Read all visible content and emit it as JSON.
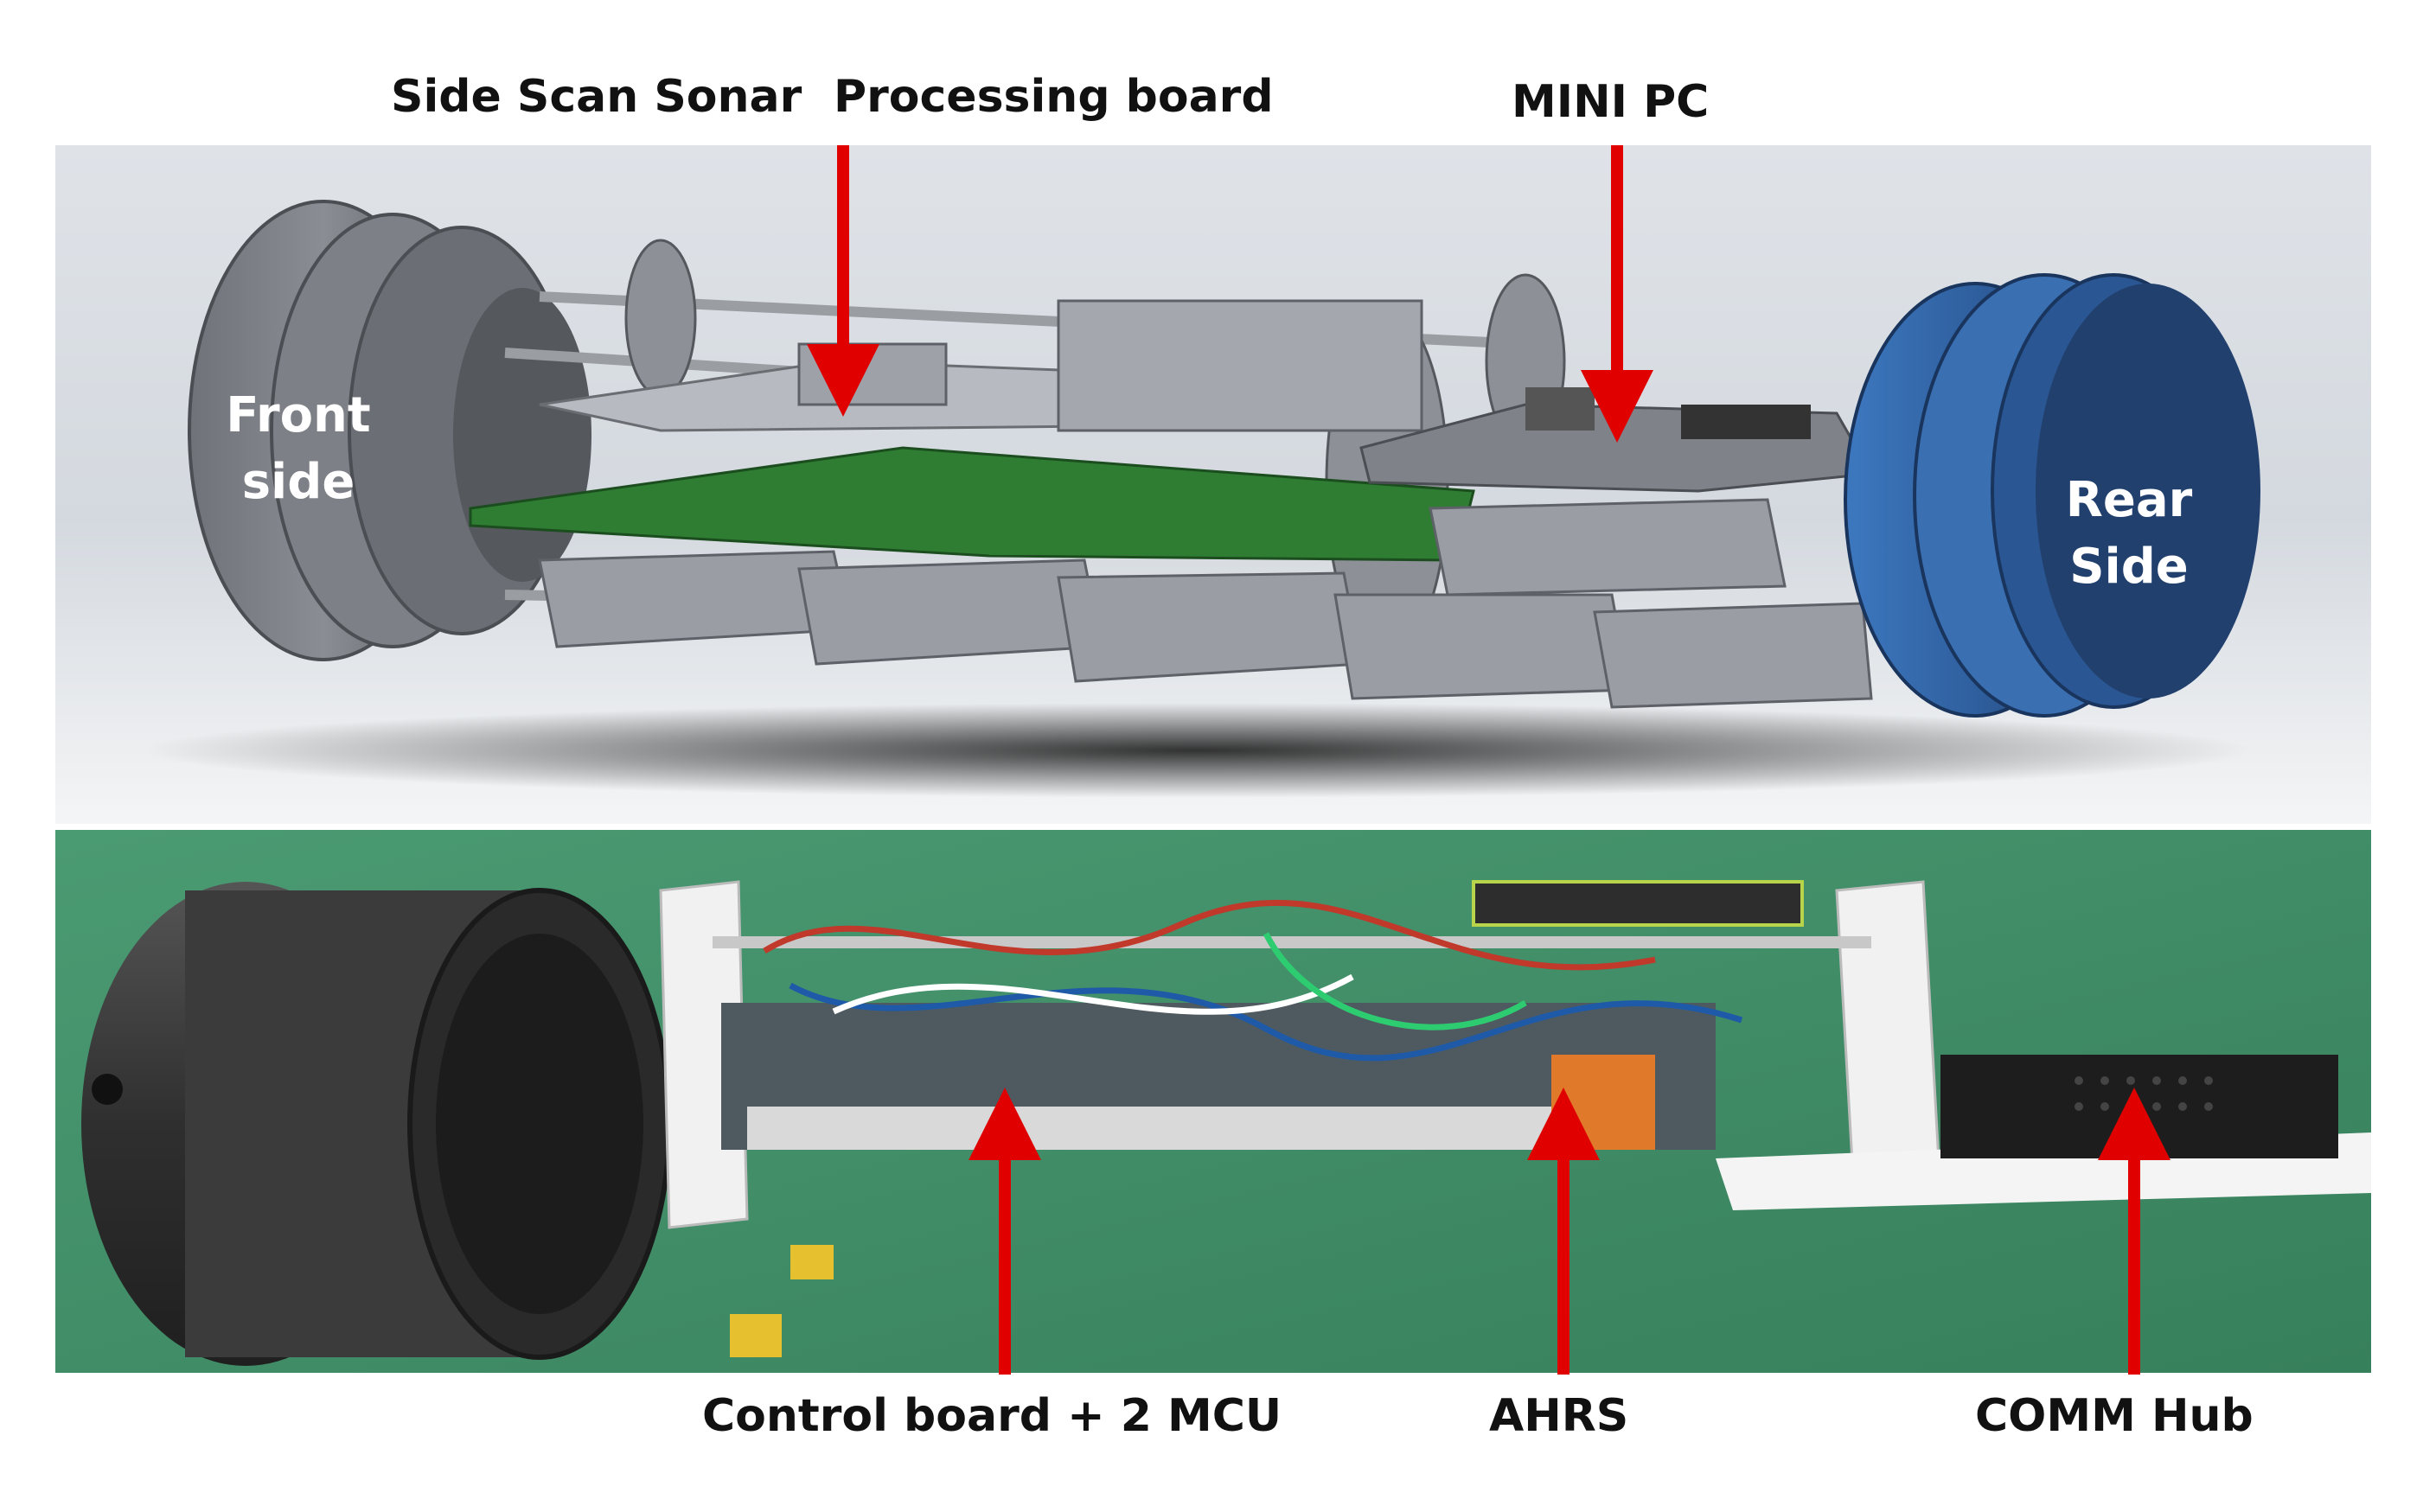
{
  "labels": {
    "side_scan_sonar": "Side Scan Sonar",
    "processing_board": "Processing board",
    "mini_pc": "MINI PC",
    "front_side": "Front\nside",
    "rear_side": "Rear\nSide",
    "control_board": "Control board + 2 MCU",
    "ahrs": "AHRS",
    "comm_hub": "COMM Hub"
  },
  "colors": {
    "arrow": "#e00000",
    "cad_background": "#cfd5dc",
    "cad_grey": "#8a8d93",
    "pcb_green": "#2e7d32",
    "rear_cap_blue": "#2f5f9e",
    "rear_cap_dark": "#22406e",
    "photo_background": "#3f8f68",
    "tube_dark": "#3b3b3b"
  },
  "panels": {
    "top": "cad-render",
    "bottom": "hardware-photo"
  }
}
